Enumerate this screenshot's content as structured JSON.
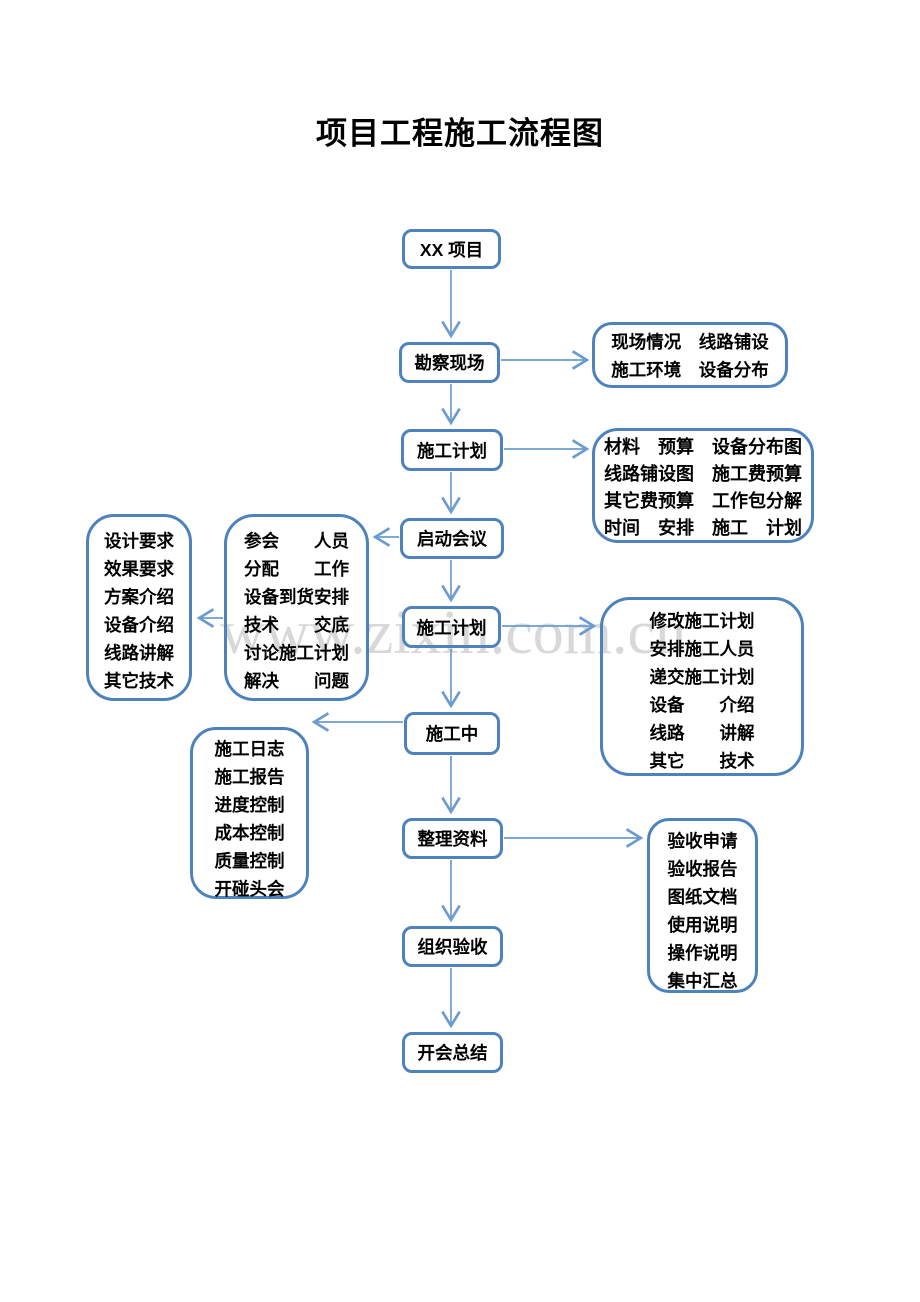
{
  "document": {
    "title": "项目工程施工流程图",
    "watermark": "www.zixin.com.cn"
  },
  "colors": {
    "box_border": "#4d82bc",
    "arrow": "#6b9bd0",
    "watermark_gray": "#d8d8d8",
    "text": "#000000"
  },
  "flow": {
    "nodes": [
      {
        "label": "XX 项目"
      },
      {
        "label": "勘察现场"
      },
      {
        "label": "施工计划"
      },
      {
        "label": "启动会议"
      },
      {
        "label": "施工计划"
      },
      {
        "label": "施工中"
      },
      {
        "label": "整理资料"
      },
      {
        "label": "组织验收"
      },
      {
        "label": "开会总结"
      }
    ],
    "side_boxes": [
      {
        "name": "site-conditions",
        "lines": [
          "现场情况　线路铺设",
          "施工环境　设备分布"
        ]
      },
      {
        "name": "plan-details",
        "lines": [
          "材料　预算　设备分布图",
          "线路铺设图　施工费预算",
          "其它费预算　工作包分解",
          "时间　安排　施工　计划"
        ]
      },
      {
        "name": "meeting-agenda",
        "lines": [
          "参会　　人员",
          "分配　　工作",
          "设备到货安排",
          "技术　　交底",
          "讨论施工计划",
          "解决　　问题"
        ]
      },
      {
        "name": "design-topics",
        "lines": [
          "设计要求",
          "效果要求",
          "方案介绍",
          "设备介绍",
          "线路讲解",
          "其它技术"
        ]
      },
      {
        "name": "plan-revision",
        "lines": [
          "修改施工计划",
          "安排施工人员",
          "递交施工计划",
          "设备　　介绍",
          "线路　　讲解",
          "其它　　技术"
        ]
      },
      {
        "name": "construction-logs",
        "lines": [
          "施工日志",
          "施工报告",
          "进度控制",
          "成本控制",
          "质量控制",
          "开碰头会"
        ]
      },
      {
        "name": "acceptance-docs",
        "lines": [
          "验收申请",
          "验收报告",
          "图纸文档",
          "使用说明",
          "操作说明",
          "集中汇总"
        ]
      }
    ]
  }
}
